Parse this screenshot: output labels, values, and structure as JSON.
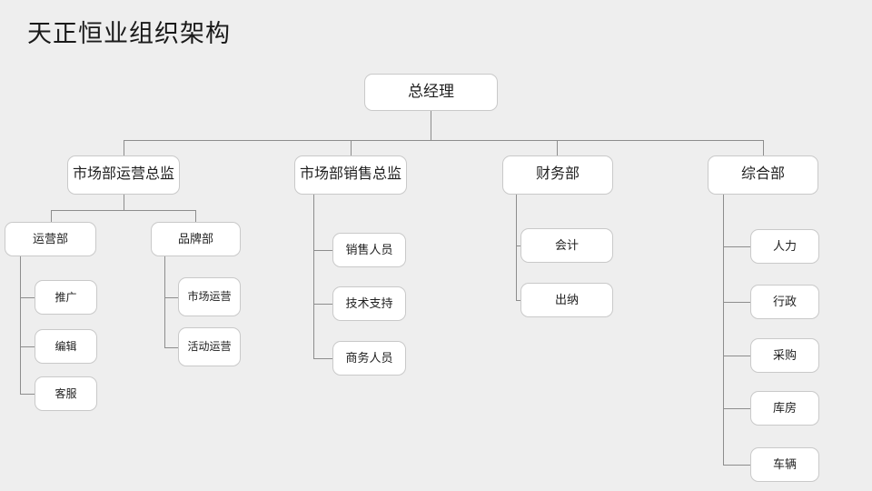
{
  "document": {
    "title": "天正恒业组织架构",
    "background_color": "#eeeeee",
    "node_fill": "#ffffff",
    "node_border_color": "#c9c9c9",
    "connector_color": "#8d8d8d",
    "text_color": "#1f1f1f"
  },
  "chart_data": {
    "type": "diagram",
    "diagram_type": "org-chart",
    "title": "天正恒业组织架构",
    "orientation": "top-down-with-left-hanging-subtrees",
    "root": {
      "id": "n0",
      "label": "总经理",
      "level": 1
    },
    "levels": {
      "1": [
        "总经理"
      ],
      "2": [
        "市场部运营总监",
        "市场部销售总监",
        "财务部",
        "综合部"
      ],
      "3": [
        "运营部",
        "品牌部",
        "销售人员",
        "技术支持",
        "商务人员",
        "会计",
        "出纳",
        "人力",
        "行政",
        "采购",
        "库房",
        "车辆"
      ],
      "4": [
        "推广",
        "编辑",
        "客服",
        "市场运营",
        "活动运营"
      ]
    },
    "edges": [
      {
        "from": "总经理",
        "to": "市场部运营总监"
      },
      {
        "from": "总经理",
        "to": "市场部销售总监"
      },
      {
        "from": "总经理",
        "to": "财务部"
      },
      {
        "from": "总经理",
        "to": "综合部"
      },
      {
        "from": "市场部运营总监",
        "to": "运营部"
      },
      {
        "from": "市场部运营总监",
        "to": "品牌部"
      },
      {
        "from": "运营部",
        "to": "推广"
      },
      {
        "from": "运营部",
        "to": "编辑"
      },
      {
        "from": "运营部",
        "to": "客服"
      },
      {
        "from": "品牌部",
        "to": "市场运营"
      },
      {
        "from": "品牌部",
        "to": "活动运营"
      },
      {
        "from": "市场部销售总监",
        "to": "销售人员"
      },
      {
        "from": "市场部销售总监",
        "to": "技术支持"
      },
      {
        "from": "市场部销售总监",
        "to": "商务人员"
      },
      {
        "from": "财务部",
        "to": "会计"
      },
      {
        "from": "财务部",
        "to": "出纳"
      },
      {
        "from": "综合部",
        "to": "人力"
      },
      {
        "from": "综合部",
        "to": "行政"
      },
      {
        "from": "综合部",
        "to": "采购"
      },
      {
        "from": "综合部",
        "to": "库房"
      },
      {
        "from": "综合部",
        "to": "车辆"
      }
    ]
  },
  "nodes": {
    "root": {
      "label": "总经理"
    },
    "ops_director": {
      "label": "市场部运营总监"
    },
    "sales_director": {
      "label": "市场部销售总监"
    },
    "finance_dept": {
      "label": "财务部"
    },
    "general_dept": {
      "label": "综合部"
    },
    "operations_unit": {
      "label": "运营部"
    },
    "brand_unit": {
      "label": "品牌部"
    },
    "promotion": {
      "label": "推广"
    },
    "editorial": {
      "label": "编辑"
    },
    "customer_service": {
      "label": "客服"
    },
    "market_operations": {
      "label": "市场运营"
    },
    "event_operations": {
      "label": "活动运营"
    },
    "sales_staff": {
      "label": "销售人员"
    },
    "tech_support": {
      "label": "技术支持"
    },
    "business_staff": {
      "label": "商务人员"
    },
    "accounting": {
      "label": "会计"
    },
    "cashier": {
      "label": "出纳"
    },
    "human_resources": {
      "label": "人力"
    },
    "administration": {
      "label": "行政"
    },
    "procurement": {
      "label": "采购"
    },
    "warehouse": {
      "label": "库房"
    },
    "vehicles": {
      "label": "车辆"
    }
  }
}
